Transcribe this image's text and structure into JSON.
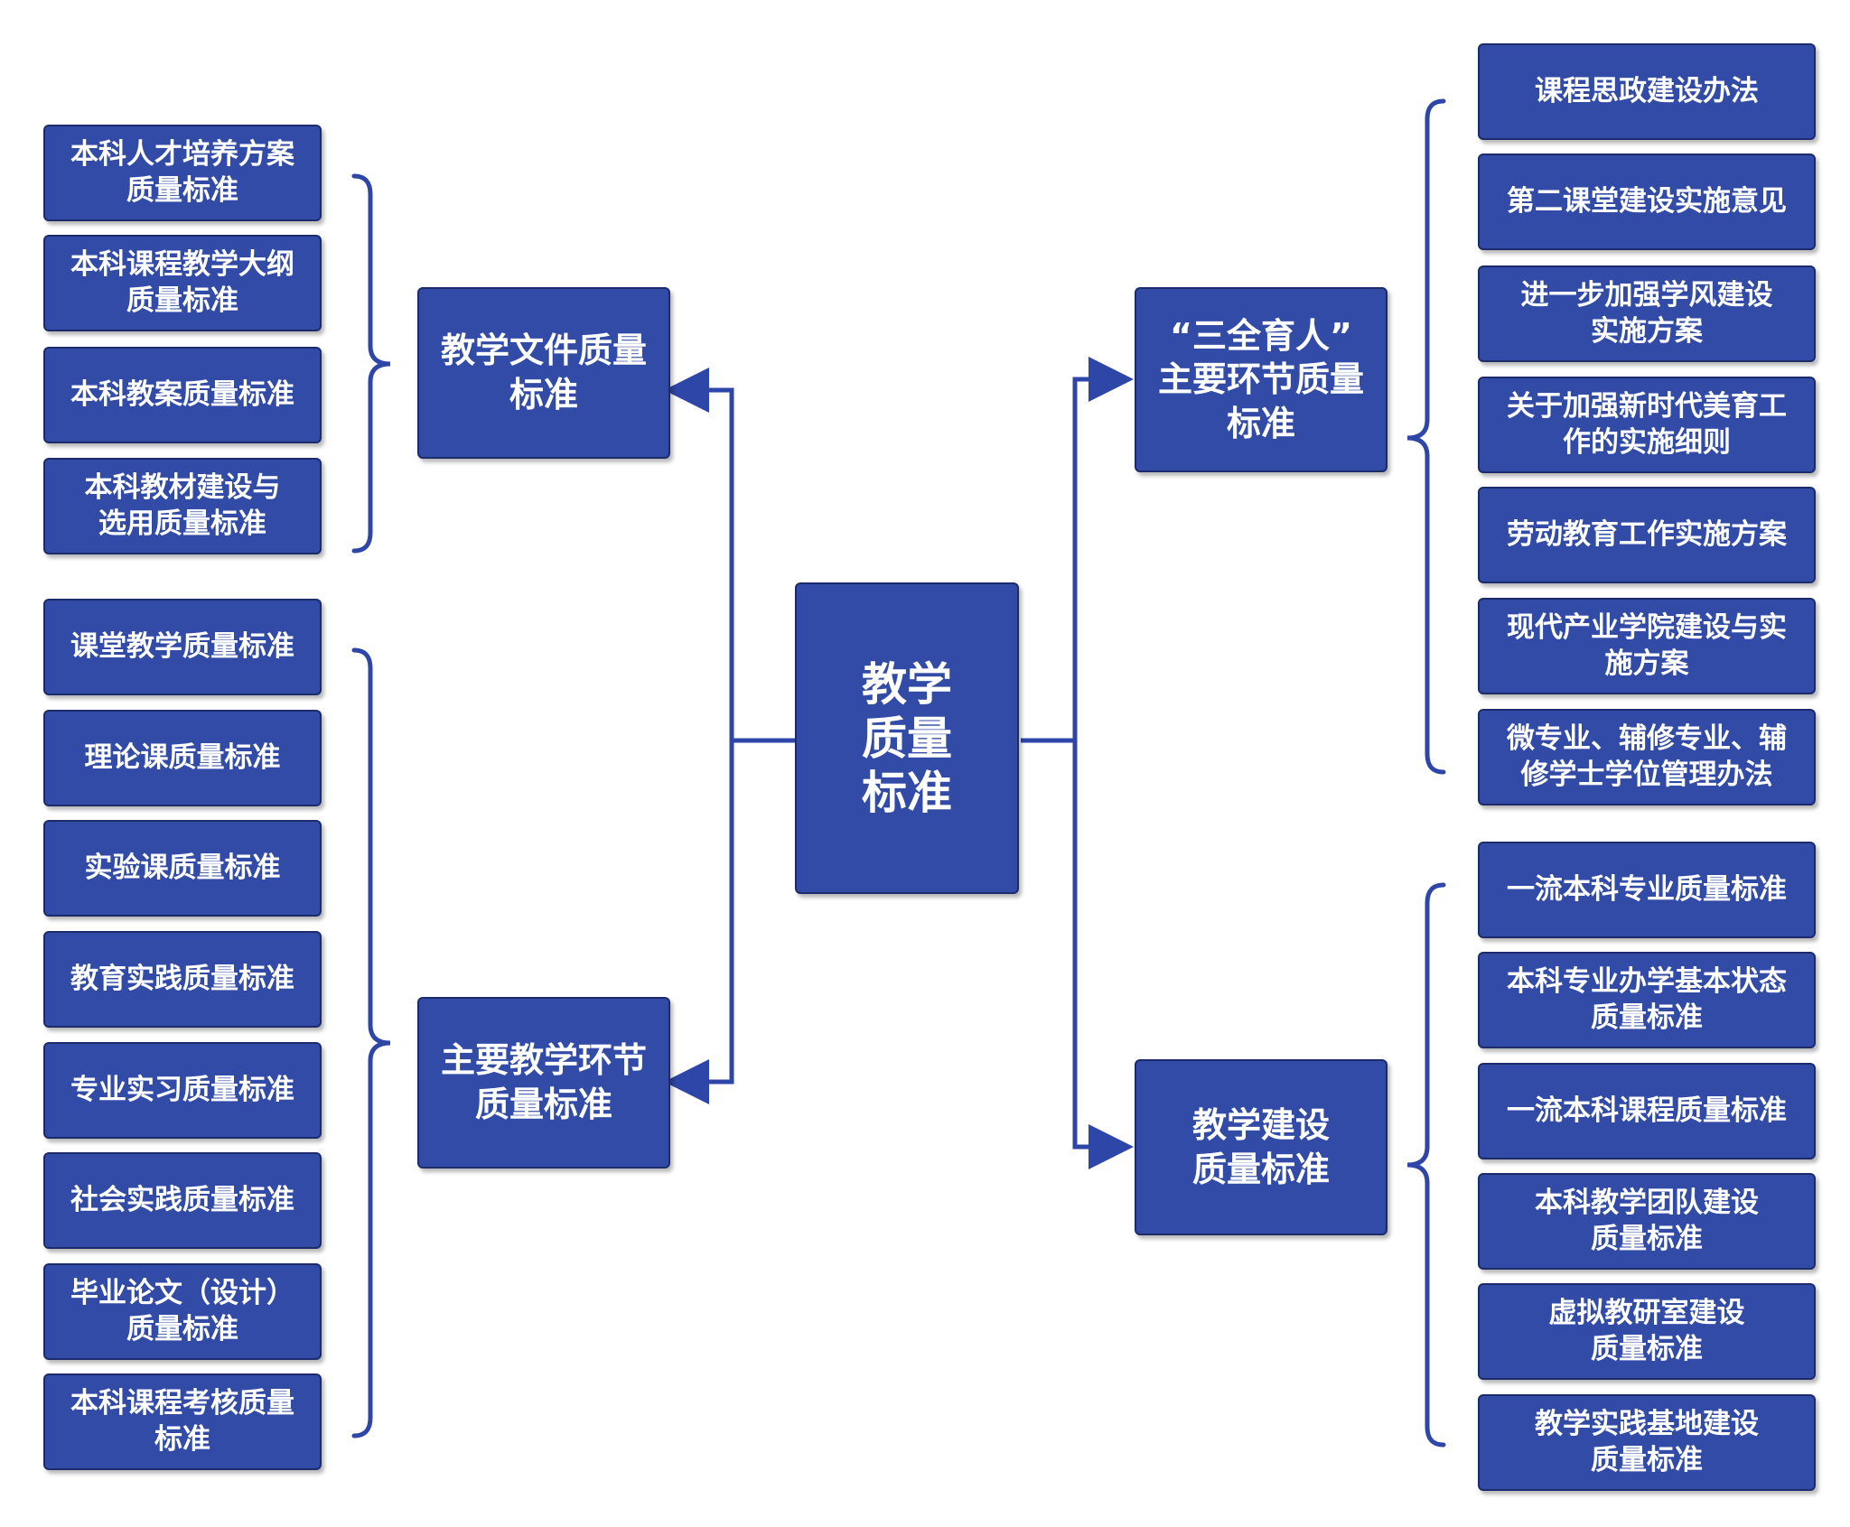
{
  "root": {
    "label": "教学\n质量\n标准"
  },
  "left": {
    "doc": {
      "label": "教学文件质量\n标准",
      "items": [
        "本科人才培养方案\n质量标准",
        "本科课程教学大纲\n质量标准",
        "本科教案质量标准",
        "本科教材建设与\n选用质量标准"
      ]
    },
    "link": {
      "label": "主要教学环节\n质量标准",
      "items": [
        "课堂教学质量标准",
        "理论课质量标准",
        "实验课质量标准",
        "教育实践质量标准",
        "专业实习质量标准",
        "社会实践质量标准",
        "毕业论文（设计）\n质量标准",
        "本科课程考核质量\n标准"
      ]
    }
  },
  "right": {
    "sanquan": {
      "label": "“三全育人”\n主要环节质量\n标准",
      "items": [
        "课程思政建设办法",
        "第二课堂建设实施意见",
        "进一步加强学风建设\n实施方案",
        "关于加强新时代美育工\n作的实施细则",
        "劳动教育工作实施方案",
        "现代产业学院建设与实\n施方案",
        "微专业、辅修专业、辅\n修学士学位管理办法"
      ]
    },
    "build": {
      "label": "教学建设\n质量标准",
      "items": [
        "一流本科专业质量标准",
        "本科专业办学基本状态\n质量标准",
        "一流本科课程质量标准",
        "本科教学团队建设\n质量标准",
        "虚拟教研室建设\n质量标准",
        "教学实践基地建设\n质量标准"
      ]
    }
  },
  "colors": {
    "box_fill": "#324ba6",
    "box_border": "#1c2c6b",
    "connector": "#2e46a8",
    "text": "#ffffff"
  }
}
